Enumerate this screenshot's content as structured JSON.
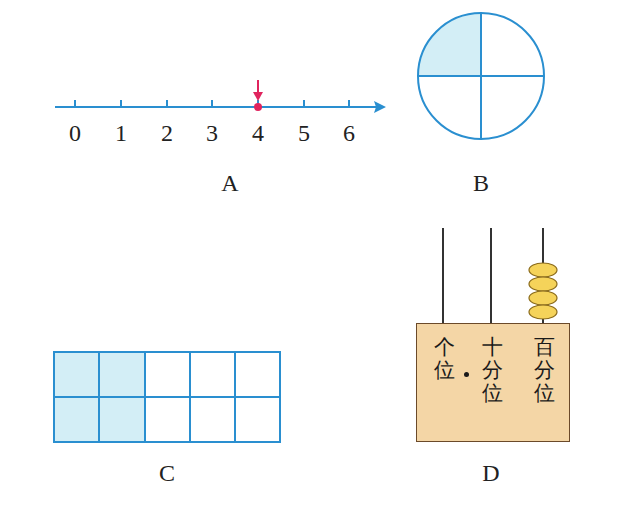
{
  "diagram": {
    "nodes": [
      {
        "text": [
          "个位",
          "十分位",
          "百分位"
        ]
      }
    ],
    "labels": [
      "0",
      "1",
      "2",
      "3",
      "4",
      "5",
      "6",
      "A",
      "B",
      "C",
      "D"
    ]
  }
}
